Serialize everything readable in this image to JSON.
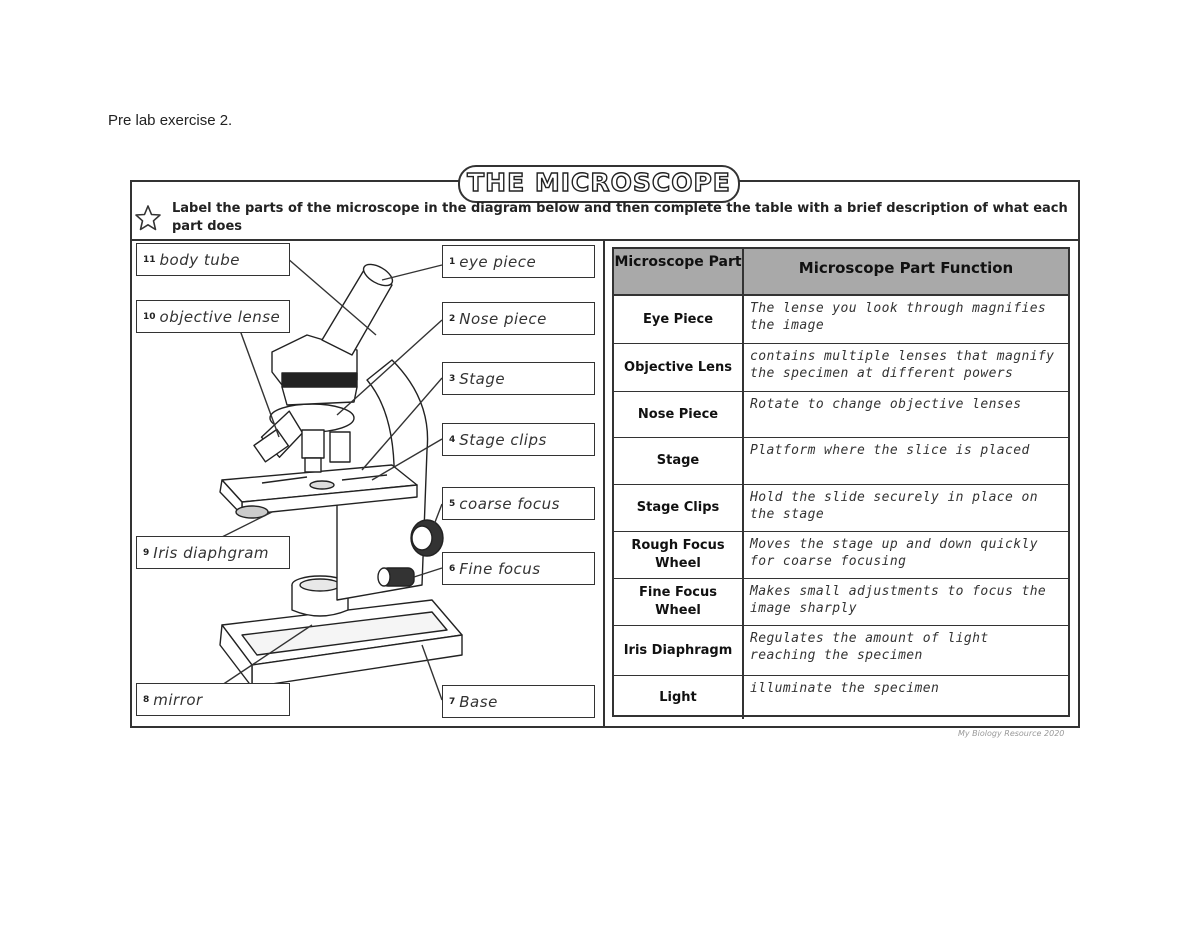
{
  "page_heading": "Pre lab exercise 2.",
  "worksheet": {
    "title": "THE MICROSCOPE",
    "instructions": "Label the parts of the microscope in the diagram below and then complete the table with a brief description of what each part does",
    "footer": "My Biology Resource 2020"
  },
  "labels": [
    {
      "num": "11",
      "text": "body tube"
    },
    {
      "num": "10",
      "text": "objective lense"
    },
    {
      "num": "9",
      "text": "Iris diaphgram"
    },
    {
      "num": "8",
      "text": "mirror"
    },
    {
      "num": "1",
      "text": "eye piece"
    },
    {
      "num": "2",
      "text": "Nose piece"
    },
    {
      "num": "3",
      "text": "Stage"
    },
    {
      "num": "4",
      "text": "Stage clips"
    },
    {
      "num": "5",
      "text": "coarse focus"
    },
    {
      "num": "6",
      "text": "Fine focus"
    },
    {
      "num": "7",
      "text": "Base"
    }
  ],
  "table": {
    "header_part": "Microscope Part",
    "header_function": "Microscope Part Function",
    "rows": [
      {
        "part": "Eye Piece",
        "function": "The lense you look through magnifies the image"
      },
      {
        "part": "Objective Lens",
        "function": "contains multiple lenses that magnify the specimen at different powers"
      },
      {
        "part": "Nose Piece",
        "function": "Rotate to change objective lenses"
      },
      {
        "part": "Stage",
        "function": "Platform where the slice is placed"
      },
      {
        "part": "Stage Clips",
        "function": "Hold the slide securely in place on the stage"
      },
      {
        "part": "Rough Focus Wheel",
        "function": "Moves the stage up and down quickly for coarse focusing"
      },
      {
        "part": "Fine Focus Wheel",
        "function": "Makes small adjustments to focus the image sharply"
      },
      {
        "part": "Iris Diaphragm",
        "function": "Regulates the amount of light reaching the specimen"
      },
      {
        "part": "Light",
        "function": "illuminate the specimen"
      }
    ]
  }
}
